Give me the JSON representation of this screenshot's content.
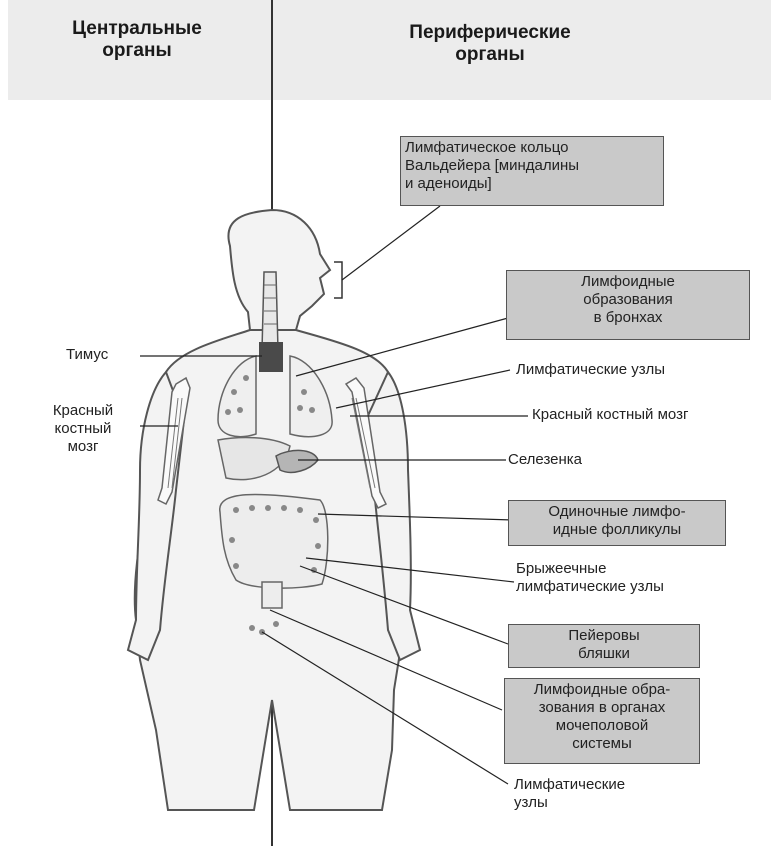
{
  "header": {
    "central": "Центральные\nорганы",
    "peripheral": "Периферические\nорганы"
  },
  "labels": {
    "waldeyer": "Лимфатическое кольцо\nВальдейера [миндалины\nи аденоиды]",
    "bronchial": "Лимфоидные\nобразования\nв бронхах",
    "lymph_nodes_upper": "Лимфатические узлы",
    "thymus": "Тимус",
    "red_marrow_left": "Красный\nкостный\nмозг",
    "red_marrow_right": "Красный костный мозг",
    "spleen": "Селезенка",
    "solitary": "Одиночные лимфо-\nидные фолликулы",
    "mesenteric": "Брыжеечные\nлимфатические узлы",
    "peyer": "Пейеровы\nбляшки",
    "urogenital": "Лимфоидные обра-\nзования в органах\nмочеполовой\nсистемы",
    "lymph_nodes_lower": "Лимфатические\nузлы"
  }
}
